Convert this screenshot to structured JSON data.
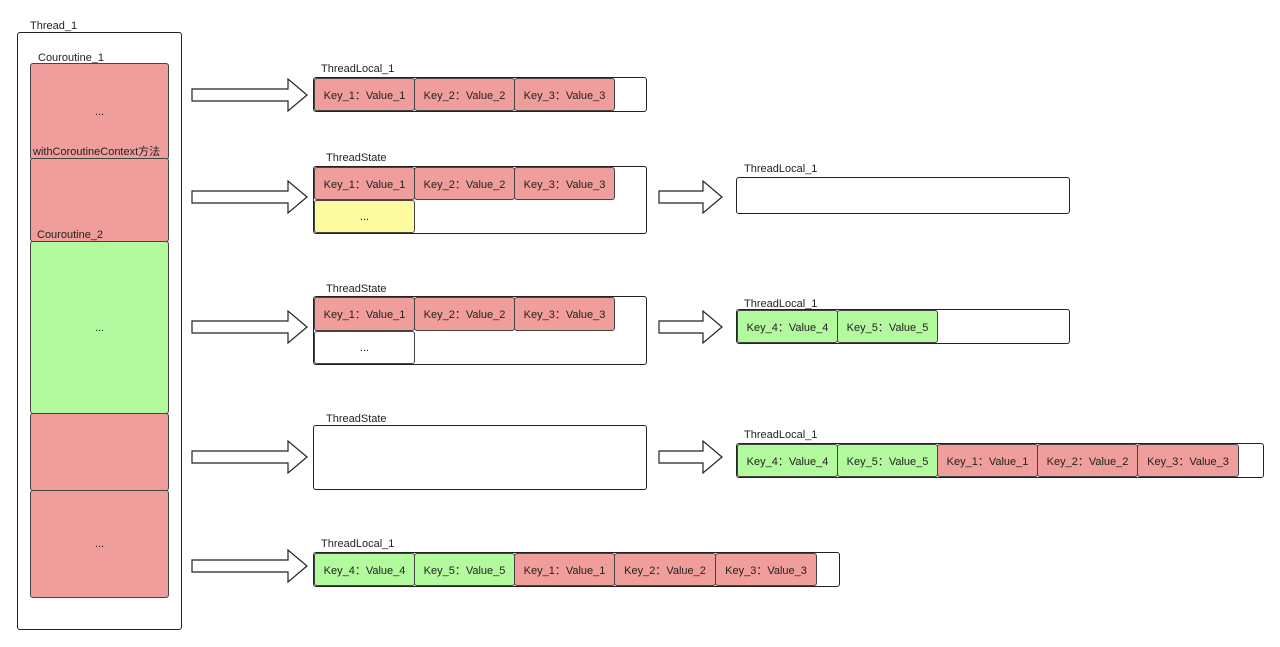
{
  "thread": {
    "label": "Thread_1",
    "coroutine1_label": "Couroutine_1",
    "with_context_label": "withCoroutineContext方法",
    "coroutine2_label": "Couroutine_2",
    "block_top_text": "...",
    "block_green_text": "...",
    "block_bottom_text": "..."
  },
  "row1": {
    "label": "ThreadLocal_1",
    "cells": [
      "Key_1：Value_1",
      "Key_2：Value_2",
      "Key_3：Value_3"
    ]
  },
  "row2": {
    "label": "ThreadState",
    "cells": [
      "Key_1：Value_1",
      "Key_2：Value_2",
      "Key_3：Value_3"
    ],
    "extra": "...",
    "right_label": "ThreadLocal_1"
  },
  "row3": {
    "label": "ThreadState",
    "cells": [
      "Key_1：Value_1",
      "Key_2：Value_2",
      "Key_3：Value_3"
    ],
    "extra": "...",
    "right_label": "ThreadLocal_1",
    "right_cells": [
      "Key_4：Value_4",
      "Key_5：Value_5"
    ]
  },
  "row4": {
    "label": "ThreadState",
    "right_label": "ThreadLocal_1",
    "right_cells_green": [
      "Key_4：Value_4",
      "Key_5：Value_5"
    ],
    "right_cells_red": [
      "Key_1：Value_1",
      "Key_2：Value_2",
      "Key_3：Value_3"
    ]
  },
  "row5": {
    "label": "ThreadLocal_1",
    "cells_green": [
      "Key_4：Value_4",
      "Key_5：Value_5"
    ],
    "cells_red": [
      "Key_1：Value_1",
      "Key_2：Value_2",
      "Key_3：Value_3"
    ]
  },
  "colors": {
    "red": "#f09e9b",
    "green": "#b3fa9e",
    "yellow": "#fdfb9f"
  }
}
